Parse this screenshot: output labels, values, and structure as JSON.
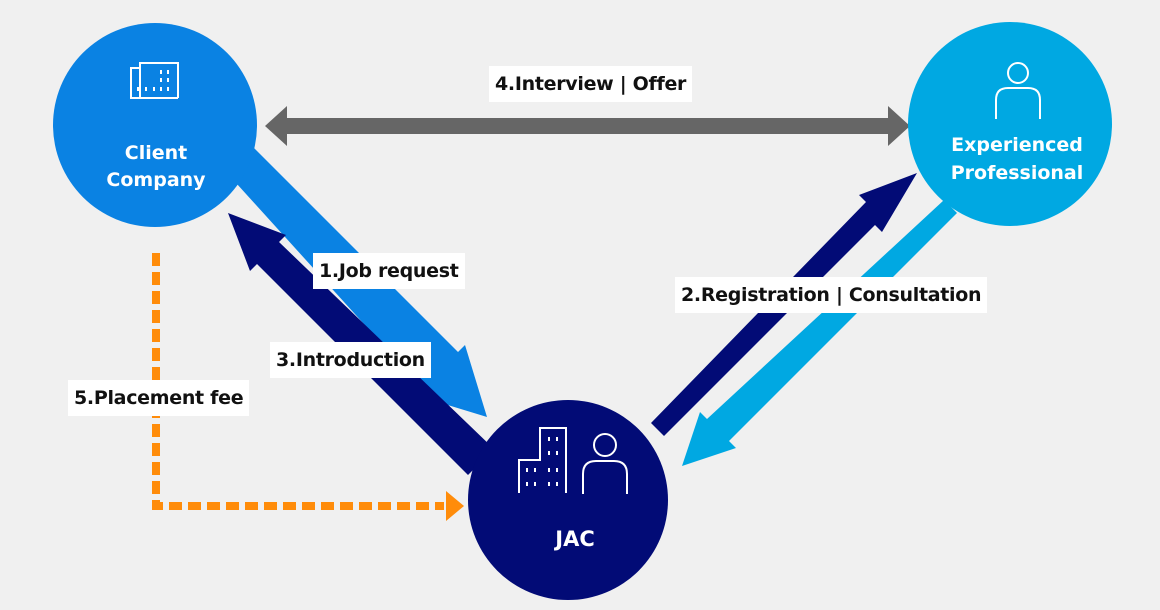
{
  "diagram": {
    "title": "JAC recruitment process",
    "colors": {
      "background": "#f0f0f0",
      "client": "#0a82e3",
      "professional": "#00a8e2",
      "jac": "#020b76",
      "interview_arrow": "#666666",
      "fee_arrow": "#ff8c0a"
    },
    "nodes": [
      {
        "id": "client",
        "lines": [
          "Client",
          "Company"
        ],
        "icon": "building-icon"
      },
      {
        "id": "professional",
        "lines": [
          "Experienced",
          "Professional"
        ],
        "icon": "person-icon"
      },
      {
        "id": "jac",
        "lines": [
          "JAC"
        ],
        "icon": "building-and-person-icon"
      }
    ],
    "steps": [
      {
        "number": 1,
        "label": "1.Job request",
        "from": "Client Company",
        "to": "JAC"
      },
      {
        "number": 2,
        "label": "2.Registration | Consultation",
        "from": "Experienced Professional",
        "to": "JAC",
        "bidirectional": true
      },
      {
        "number": 3,
        "label": "3.Introduction",
        "from": "JAC",
        "to": "Client Company"
      },
      {
        "number": 4,
        "label": "4.Interview | Offer",
        "from": "Client Company",
        "to": "Experienced Professional",
        "bidirectional": true
      },
      {
        "number": 5,
        "label": "5.Placement fee",
        "from": "Client Company",
        "to": "JAC",
        "style": "dashed"
      }
    ]
  }
}
